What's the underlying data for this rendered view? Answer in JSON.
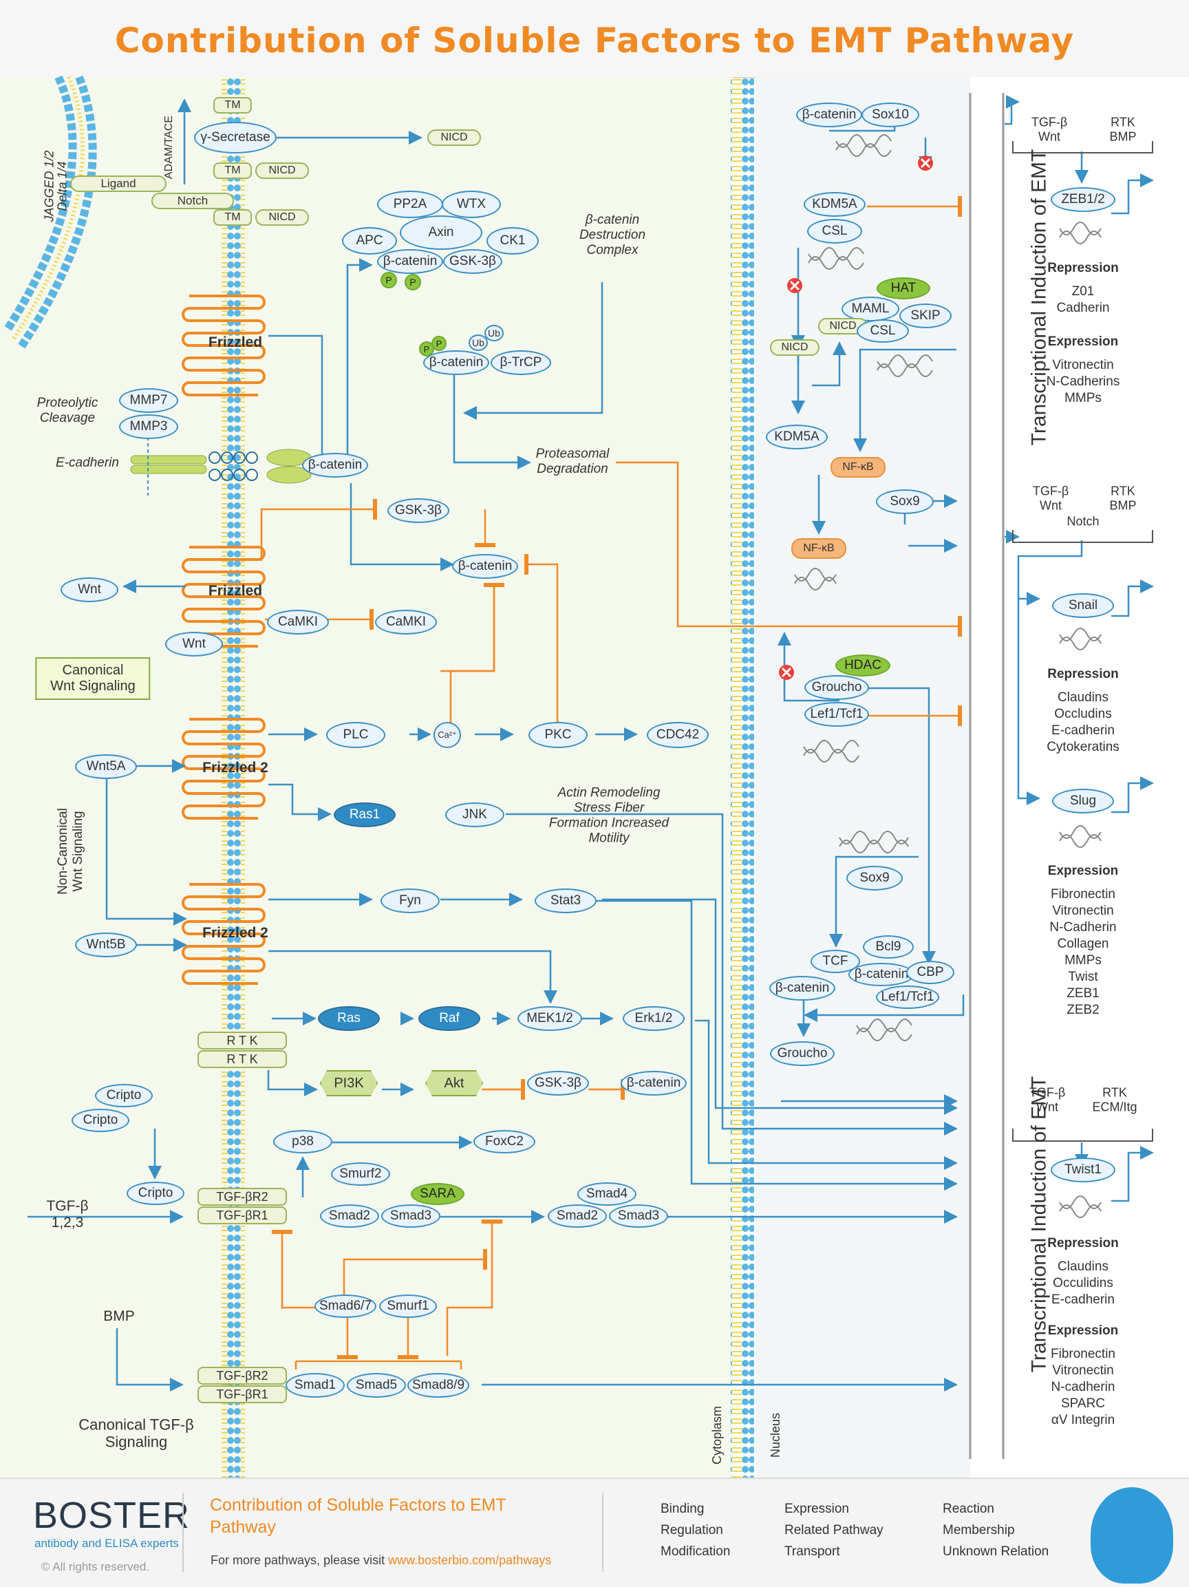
{
  "title": "Contribution of Soluble Factors to EMT Pathway",
  "colors": {
    "accent": "#f08a24",
    "blue": "#3a8fc4",
    "green": "#8cc63f"
  },
  "left_labels": {
    "jagged": "JAGGED 1/2",
    "delta": "Delta 1/4",
    "adam": "ADAM/TACE",
    "proteolytic": "Proteolytic\nCleavage",
    "ecadherin": "E-cadherin",
    "canonical_wnt": "Canonical\nWnt Signaling",
    "noncanonical": "Non-Canonical\nWnt Signaling",
    "tgfb": "TGF-β\n1,2,3",
    "bmp": "BMP",
    "canonical_tgfb": "Canonical TGF-β\nSignaling",
    "destruction": "β-catenin\nDestruction\nComplex",
    "proteasomal": "Proteasomal\nDegradation",
    "actin": "Actin Remodeling\nStress Fiber\nFormation Increased\nMotility",
    "cytoplasm": "Cytoplasm",
    "nucleus": "Nucleus"
  },
  "nodes": {
    "tm": "TM",
    "gsec": "γ-Secretase",
    "nicd": "NICD",
    "ligand": "Ligand",
    "notch": "Notch",
    "pp2a": "PP2A",
    "wtx": "WTX",
    "apc": "APC",
    "axin": "Axin",
    "ck1": "CK1",
    "bcat": "β-catenin",
    "gsk3b": "GSK-3β",
    "p": "P",
    "ub": "Ub",
    "btrcp": "β-TrCP",
    "frizzled": "Frizzled",
    "frizzled2": "Frizzled 2",
    "mmp7": "MMP7",
    "mmp3": "MMP3",
    "wnt": "Wnt",
    "camki": "CaMKI",
    "plc": "PLC",
    "ca": "Ca²⁺",
    "pkc": "PKC",
    "cdc42": "CDC42",
    "wnt5a": "Wnt5A",
    "wnt5b": "Wnt5B",
    "ras1": "Ras1",
    "jnk": "JNK",
    "fyn": "Fyn",
    "stat3": "Stat3",
    "ras": "Ras",
    "raf": "Raf",
    "mek": "MEK1/2",
    "erk": "Erk1/2",
    "rtk": "R T K",
    "pi3k": "PI3K",
    "akt": "Akt",
    "cripto": "Cripto",
    "tgfbr2": "TGF-βR2",
    "tgfbr1": "TGF-βR1",
    "p38": "p38",
    "foxc2": "FoxC2",
    "smurf2": "Smurf2",
    "sara": "SARA",
    "smad2": "Smad2",
    "smad3": "Smad3",
    "smad4": "Smad4",
    "smad67": "Smad6/7",
    "smurf1": "Smurf1",
    "smad1": "Smad1",
    "smad5": "Smad5",
    "smad89": "Smad8/9",
    "sox10": "Sox10",
    "kdm5a": "KDM5A",
    "csl": "CSL",
    "hat": "HAT",
    "maml": "MAML",
    "skip": "SKIP",
    "nfkb": "NF-κB",
    "sox9": "Sox9",
    "hdac": "HDAC",
    "groucho": "Groucho",
    "lef": "Lef1/Tcf1",
    "tcf": "TCF",
    "bcl9": "Bcl9",
    "cbp": "CBP"
  },
  "panel": {
    "heading": "Transcriptional Induction of EMT",
    "p1": {
      "inputs_a": "TGF-β\nWnt",
      "inputs_b": "RTK\nBMP",
      "gene": "ZEB1/2",
      "rep_title": "Repression",
      "rep": [
        "Z01",
        "Cadherin"
      ],
      "exp_title": "Expression",
      "exp": [
        "Vitronectin",
        "N-Cadherins",
        "MMPs"
      ]
    },
    "p2": {
      "inputs_a": "TGF-β\nWnt",
      "inputs_b": "RTK\nBMP",
      "inputs_c": "Notch",
      "gene1": "Snail",
      "rep_title": "Repression",
      "rep": [
        "Claudins",
        "Occludins",
        "E-cadherin",
        "Cytokeratins"
      ],
      "gene2": "Slug",
      "exp_title": "Expression",
      "exp": [
        "Fibronectin",
        "Vitronectin",
        "N-Cadherin",
        "Collagen",
        "MMPs",
        "Twist",
        "ZEB1",
        "ZEB2"
      ]
    },
    "p3": {
      "inputs_a": "TGF-β\nWnt",
      "inputs_b": "RTK\nECM/Itg",
      "gene": "Twist1",
      "rep_title": "Repression",
      "rep": [
        "Claudins",
        "Occulidins",
        "E-cadherin"
      ],
      "exp_title": "Expression",
      "exp": [
        "Fibronectin",
        "Vitronectin",
        "N-cadherin",
        "SPARC",
        "αV Integrin"
      ]
    }
  },
  "footer": {
    "logo": "BOSTER",
    "logo_sub": "antibody and ELISA experts",
    "rights": "© All rights reserved.",
    "title": "Contribution of Soluble Factors to EMT\nPathway",
    "visit": "For more pathways, please visit ",
    "url": "www.bosterbio.com/pathways",
    "legend": [
      "Binding",
      "Expression",
      "Reaction",
      "Regulation",
      "Related Pathway",
      "Membership",
      "Modification",
      "Transport",
      "Unknown Relation"
    ]
  }
}
